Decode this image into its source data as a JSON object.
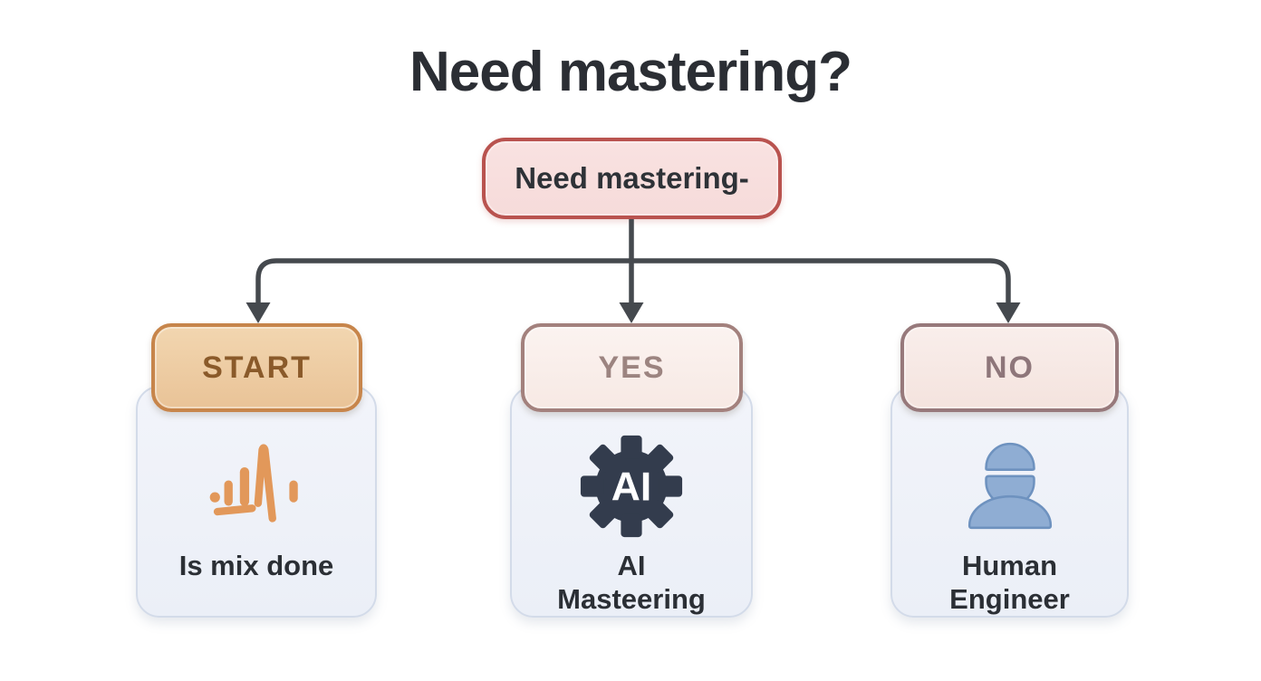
{
  "title": "Need mastering?",
  "colors": {
    "background": "#ffffff",
    "title_text": "#2b2e34",
    "connector": "#45494e",
    "card_bg": "#eef1f8",
    "card_border": "#d3dbe9",
    "caption_text": "#2b2f35"
  },
  "root_node": {
    "label": "Need mastering-",
    "bg": "#f8dfde",
    "border": "#b9534f",
    "text_color": "#2e3237"
  },
  "branches": [
    {
      "badge": "START",
      "badge_bg": "#eeca9f",
      "badge_border": "#c7854b",
      "badge_text_color": "#8a5a2a",
      "icon": "waveform-icon",
      "icon_color": "#e2985a",
      "caption_lines": [
        "Is mix done"
      ]
    },
    {
      "badge": "YES",
      "badge_bg": "#faf0ec",
      "badge_border": "#a3817d",
      "badge_text_color": "#9c8480",
      "icon": "ai-gear-icon",
      "icon_color": "#333c4d",
      "icon_label": "AI",
      "caption_lines": [
        "AI",
        "Masteering"
      ]
    },
    {
      "badge": "NO",
      "badge_bg": "#f8ebe8",
      "badge_border": "#97797b",
      "badge_text_color": "#8e767a",
      "icon": "human-icon",
      "icon_color": "#8fadd3",
      "caption_lines": [
        "Human",
        "Engineer"
      ]
    }
  ]
}
